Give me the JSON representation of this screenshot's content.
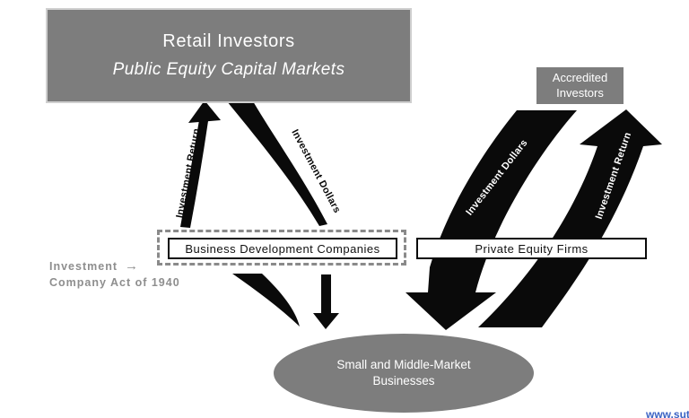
{
  "diagram": {
    "retail_box": {
      "line1": "Retail Investors",
      "line2": "Public Equity Capital Markets"
    },
    "accredited_box": {
      "line1": "Accredited",
      "line2": "Investors"
    },
    "bdc_box": {
      "label": "Business Development Companies"
    },
    "pe_box": {
      "label": "Private Equity Firms"
    },
    "act_label": {
      "line1": "Investment",
      "arrow": "→",
      "line2": "Company Act of 1940"
    },
    "businesses_ellipse": {
      "line1": "Small and Middle-Market",
      "line2": "Businesses"
    },
    "flow_labels": {
      "left_return": "Investment Return",
      "left_dollars": "Investment Dollars",
      "right_dollars": "Investment Dollars",
      "right_return": "Investment Return"
    },
    "watermark": "www.sut"
  },
  "colors": {
    "box_gray": "#7d7d7d",
    "arrow_black": "#0a0a0a",
    "label_gray": "#8e8e8e",
    "dashed_gray": "#8a8a8a",
    "watermark_blue": "#3b63c4",
    "text_white": "#ffffff"
  }
}
